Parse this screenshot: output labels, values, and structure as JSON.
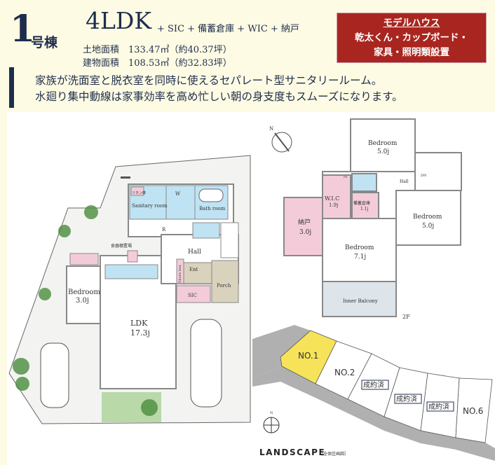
{
  "header": {
    "building_number": "1",
    "building_suffix": "号棟",
    "layout": "4LDK",
    "extras": "+ SIC + 備蓄倉庫 + WIC + 納戸",
    "land_area": "土地面積　133.47㎡（約40.37坪）",
    "building_area": "建物面積　108.53㎡（約32.83坪）"
  },
  "badge": {
    "title": "モデルハウス",
    "line1": "乾太くん・カップボード・",
    "line2": "家具・照明類設置"
  },
  "description": {
    "line1": "家族が洗面室と脱衣室を同時に使えるセパレート型サニタリールーム。",
    "line2": "水廻り集中動線は家事効率を高め忙しい朝の身支度もスムーズになります。"
  },
  "floor1": {
    "rooms": {
      "sanitary": "Sanitary room",
      "linen": "リネン庫",
      "w": "W",
      "bath": "Bath room",
      "r": "R",
      "hall": "Hall",
      "shoes": "Shoes box",
      "ent": "Ent",
      "sic": "SIC",
      "porch": "Porch",
      "pantry": "食器棚置場",
      "bedroom": "Bedroom",
      "bedroom_size": "3.0j",
      "ldk": "LDK",
      "ldk_size": "17.3j"
    }
  },
  "floor2": {
    "label": "2F",
    "rooms": {
      "bedroom_top": "Bedroom",
      "bedroom_top_size": "5.0j",
      "hall": "Hall",
      "dn": "DN",
      "ps": "PS",
      "wic": "W.I.C",
      "wic_size": "1.9j",
      "storage": "備蓄倉庫",
      "storage_size": "1.1j",
      "nando": "納戸",
      "nando_size": "3.0j",
      "bedroom_main": "Bedroom",
      "bedroom_main_size": "7.1j",
      "bedroom_right": "Bedroom",
      "bedroom_right_size": "5.0j",
      "balcony": "Inner Balcony"
    }
  },
  "landscape": {
    "title": "LANDSCAPE",
    "subtitle": "［全体区画図］",
    "lots": [
      {
        "label": "NO.1",
        "status": "current",
        "color": "#f7e35a"
      },
      {
        "label": "NO.2",
        "status": "available"
      },
      {
        "label": "成約済",
        "status": "sold"
      },
      {
        "label": "成約済",
        "status": "sold"
      },
      {
        "label": "成約済",
        "status": "sold"
      },
      {
        "label": "NO.6",
        "status": "available"
      }
    ]
  },
  "colors": {
    "navy": "#1f2d4d",
    "badge_red": "#a8261f",
    "water": "#bfe3f3",
    "storage_pink": "#f4ccd9",
    "tile": "#d9d2bd",
    "balcony": "#dde4ea",
    "highlight": "#f7e35a"
  }
}
